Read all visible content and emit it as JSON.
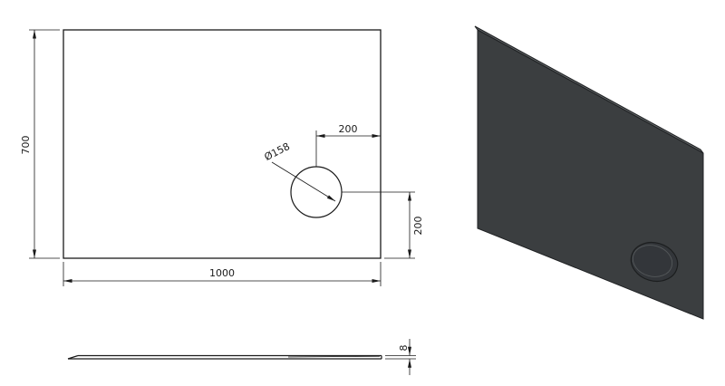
{
  "drawing": {
    "type": "technical-drawing",
    "views": {
      "front": {
        "width_dim": "1000",
        "height_dim": "700",
        "hole_diameter_dim": "Ø158",
        "hole_offset_right_dim": "200",
        "hole_offset_bottom_dim": "200"
      },
      "side": {
        "thickness_dim": "8"
      }
    },
    "colors": {
      "line": "#1a1a1a",
      "background": "#ffffff",
      "panel_face": "#3b3e40",
      "panel_top_edge": "#5d6163",
      "recess_fill": "#33363a",
      "recess_outer_stroke": "#1c1e1f",
      "recess_inner_stroke": "#54585a"
    }
  }
}
